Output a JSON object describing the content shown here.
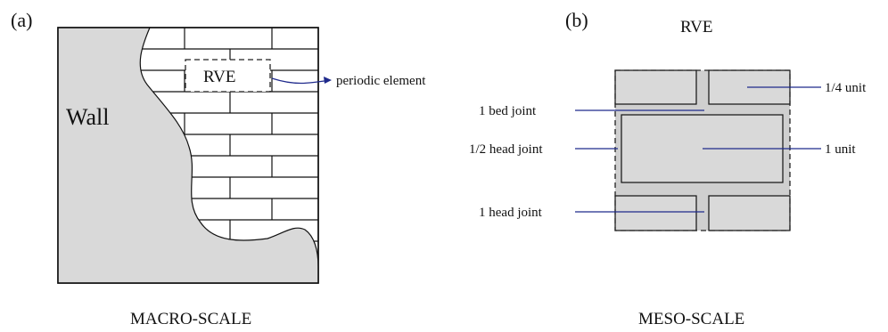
{
  "panel_a": {
    "label": "(a)",
    "wall_label": "Wall",
    "rve_label": "RVE",
    "arrow_label": "periodic element",
    "scale_label": "MACRO-SCALE"
  },
  "panel_b": {
    "label": "(b)",
    "title": "RVE",
    "callouts": {
      "bed_joint": "1 bed joint",
      "half_head_joint": "1/2 head joint",
      "head_joint": "1 head joint",
      "quarter_unit": "1/4 unit",
      "unit": "1 unit"
    },
    "scale_label": "MESO-SCALE"
  },
  "colors": {
    "fill_gray": "#d9d9d9",
    "stroke": "#111111",
    "leader_blue": "#1f2a8c",
    "dashed": "#222222"
  }
}
